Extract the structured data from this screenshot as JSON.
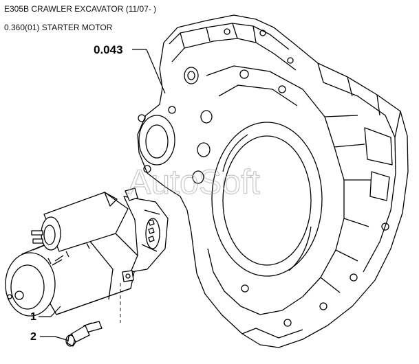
{
  "header": {
    "title": "E305B CRAWLER EXCAVATOR (11/07- )",
    "subtitle": "0.360(01) STARTER MOTOR"
  },
  "callouts": {
    "housing": "0.043",
    "starter_motor": "1",
    "bolt": "2"
  },
  "watermark": "AutoSoft"
}
